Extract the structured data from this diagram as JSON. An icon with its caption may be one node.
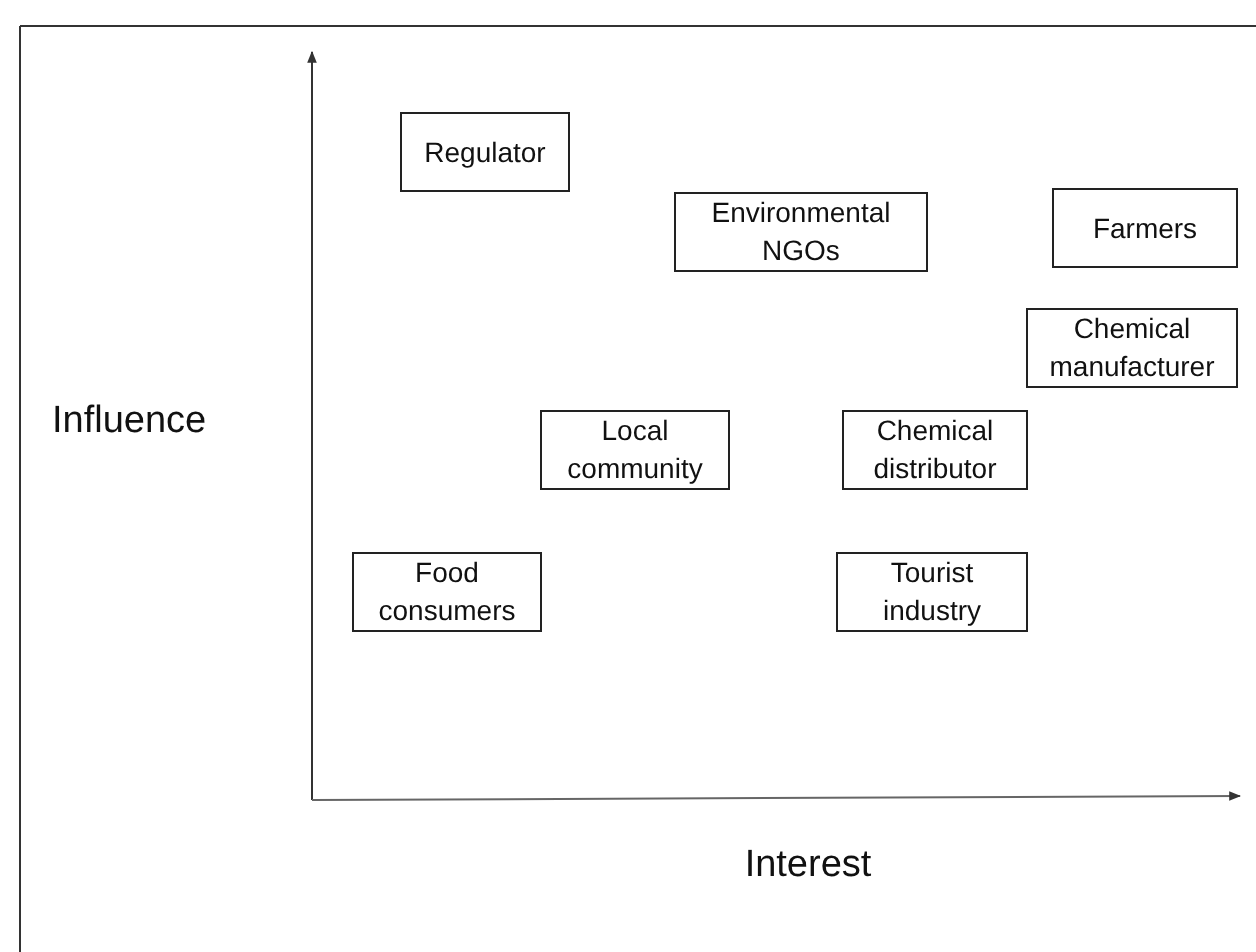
{
  "diagram": {
    "nodes": [
      {
        "text": [
          "Regulator"
        ]
      },
      {
        "text": [
          "Environmental NGOs"
        ]
      },
      {
        "text": [
          "Farmers"
        ]
      },
      {
        "text": [
          "Chemical manufacturer"
        ]
      },
      {
        "text": [
          "Local community"
        ]
      },
      {
        "text": [
          "Chemical distributor"
        ]
      },
      {
        "text": [
          "Food consumers"
        ]
      },
      {
        "text": [
          "Tourist industry"
        ]
      }
    ],
    "edges": [],
    "labels": [
      "Influence",
      "Interest"
    ]
  }
}
